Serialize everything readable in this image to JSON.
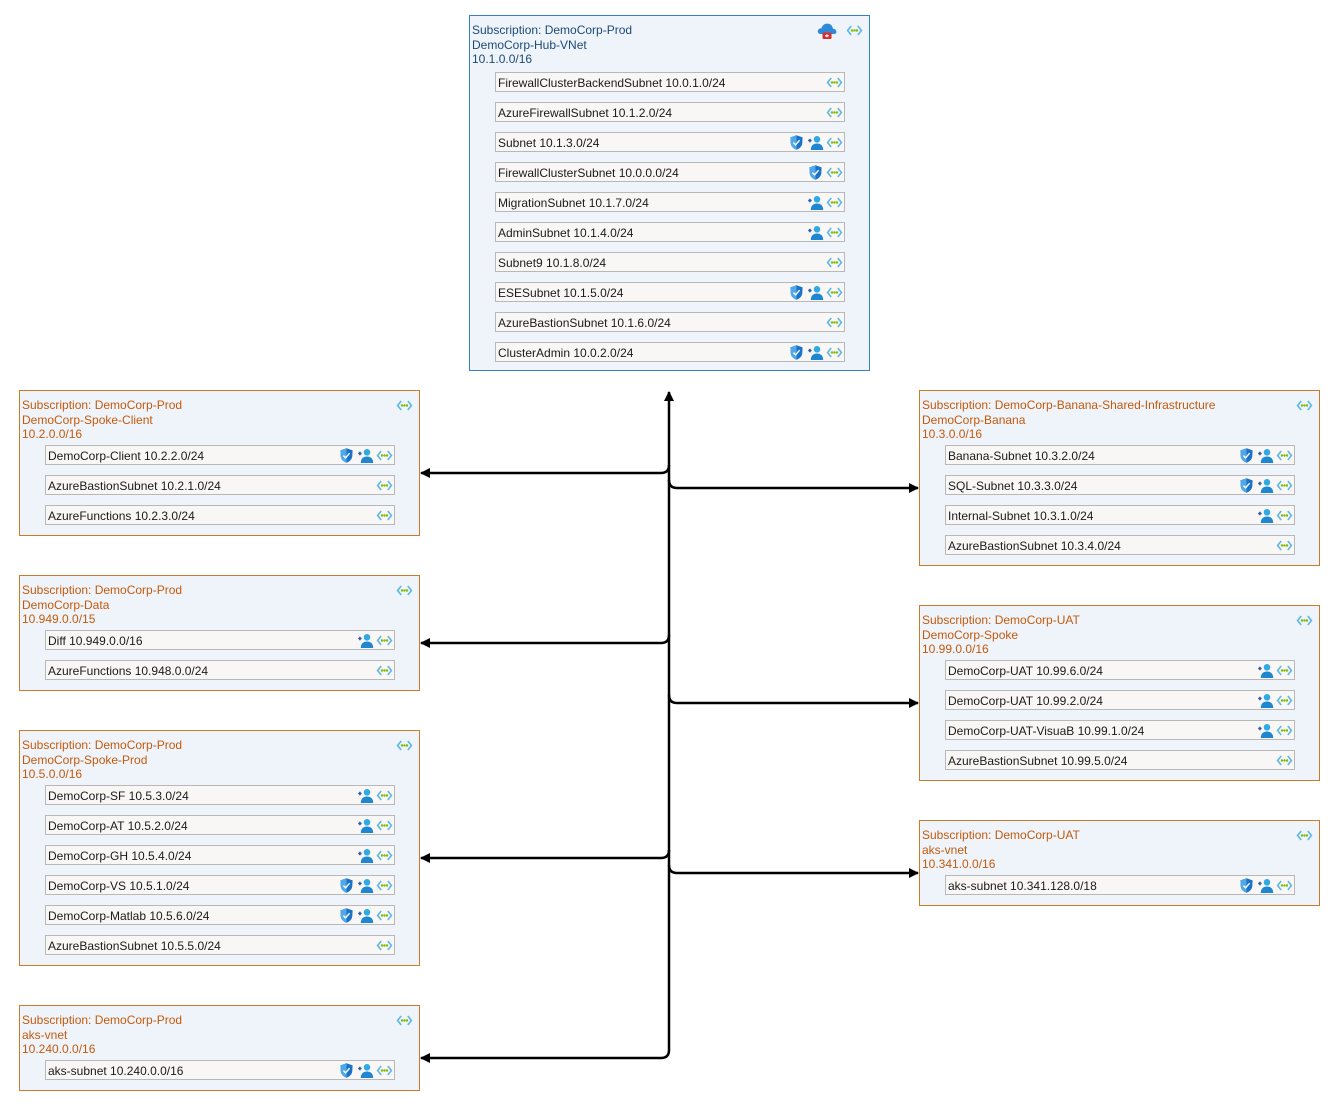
{
  "colors": {
    "hub_border": "#3a7fc1",
    "spoke_border": "#c97b2a",
    "hub_text": "#1d4a78",
    "spoke_text": "#c55a0e",
    "panel_fill": "#eef4f9",
    "subnet_fill": "#f9f7f6",
    "connector": "#000000"
  },
  "vnets": [
    {
      "id": "hub",
      "role": "hub",
      "subscription": "Subscription: DemoCorp-Prod",
      "name": "DemoCorp-Hub-VNet",
      "cidr": "10.1.0.0/16",
      "icons": [
        "cloud-gateway-icon",
        "vnet-icon"
      ],
      "subnets": [
        {
          "label": "FirewallClusterBackendSubnet 10.0.1.0/24",
          "icons": [
            "vnet-icon"
          ]
        },
        {
          "label": "AzureFirewallSubnet 10.1.2.0/24",
          "icons": [
            "vnet-icon"
          ]
        },
        {
          "label": "Subnet 10.1.3.0/24",
          "icons": [
            "shield-icon",
            "user-icon",
            "vnet-icon"
          ]
        },
        {
          "label": "FirewallClusterSubnet 10.0.0.0/24",
          "icons": [
            "shield-icon",
            "vnet-icon"
          ]
        },
        {
          "label": "MigrationSubnet 10.1.7.0/24",
          "icons": [
            "user-icon",
            "vnet-icon"
          ]
        },
        {
          "label": "AdminSubnet 10.1.4.0/24",
          "icons": [
            "user-icon",
            "vnet-icon"
          ]
        },
        {
          "label": "Subnet9 10.1.8.0/24",
          "icons": [
            "vnet-icon"
          ]
        },
        {
          "label": "ESESubnet 10.1.5.0/24",
          "icons": [
            "shield-icon",
            "user-icon",
            "vnet-icon"
          ]
        },
        {
          "label": "AzureBastionSubnet 10.1.6.0/24",
          "icons": [
            "vnet-icon"
          ]
        },
        {
          "label": "ClusterAdmin 10.0.2.0/24",
          "icons": [
            "shield-icon",
            "user-icon",
            "vnet-icon"
          ]
        }
      ]
    },
    {
      "id": "spoke-client",
      "role": "spoke",
      "subscription": "Subscription: DemoCorp-Prod",
      "name": "DemoCorp-Spoke-Client",
      "cidr": "10.2.0.0/16",
      "icons": [
        "vnet-icon"
      ],
      "subnets": [
        {
          "label": "DemoCorp-Client 10.2.2.0/24",
          "icons": [
            "shield-icon",
            "user-icon",
            "vnet-icon"
          ]
        },
        {
          "label": "AzureBastionSubnet 10.2.1.0/24",
          "icons": [
            "vnet-icon"
          ]
        },
        {
          "label": "AzureFunctions 10.2.3.0/24",
          "icons": [
            "vnet-icon"
          ]
        }
      ]
    },
    {
      "id": "data",
      "role": "spoke",
      "subscription": "Subscription: DemoCorp-Prod",
      "name": "DemoCorp-Data",
      "cidr": "10.949.0.0/15",
      "icons": [
        "vnet-icon"
      ],
      "subnets": [
        {
          "label": "Diff 10.949.0.0/16",
          "icons": [
            "user-icon",
            "vnet-icon"
          ]
        },
        {
          "label": "AzureFunctions 10.948.0.0/24",
          "icons": [
            "vnet-icon"
          ]
        }
      ]
    },
    {
      "id": "spoke-prod",
      "role": "spoke",
      "subscription": "Subscription: DemoCorp-Prod",
      "name": "DemoCorp-Spoke-Prod",
      "cidr": "10.5.0.0/16",
      "icons": [
        "vnet-icon"
      ],
      "subnets": [
        {
          "label": "DemoCorp-SF 10.5.3.0/24",
          "icons": [
            "user-icon",
            "vnet-icon"
          ]
        },
        {
          "label": "DemoCorp-AT 10.5.2.0/24",
          "icons": [
            "user-icon",
            "vnet-icon"
          ]
        },
        {
          "label": "DemoCorp-GH 10.5.4.0/24",
          "icons": [
            "user-icon",
            "vnet-icon"
          ]
        },
        {
          "label": "DemoCorp-VS 10.5.1.0/24",
          "icons": [
            "shield-icon",
            "user-icon",
            "vnet-icon"
          ]
        },
        {
          "label": "DemoCorp-Matlab 10.5.6.0/24",
          "icons": [
            "shield-icon",
            "user-icon",
            "vnet-icon"
          ]
        },
        {
          "label": "AzureBastionSubnet 10.5.5.0/24",
          "icons": [
            "vnet-icon"
          ]
        }
      ]
    },
    {
      "id": "aks-prod",
      "role": "spoke",
      "subscription": "Subscription: DemoCorp-Prod",
      "name": "aks-vnet",
      "cidr": "10.240.0.0/16",
      "icons": [
        "vnet-icon"
      ],
      "subnets": [
        {
          "label": "aks-subnet 10.240.0.0/16",
          "icons": [
            "shield-icon",
            "user-icon",
            "vnet-icon"
          ]
        }
      ]
    },
    {
      "id": "banana",
      "role": "spoke",
      "subscription": "Subscription: DemoCorp-Banana-Shared-Infrastructure",
      "name": "DemoCorp-Banana",
      "cidr": "10.3.0.0/16",
      "icons": [
        "vnet-icon"
      ],
      "subnets": [
        {
          "label": "Banana-Subnet 10.3.2.0/24",
          "icons": [
            "shield-icon",
            "user-icon",
            "vnet-icon"
          ]
        },
        {
          "label": "SQL-Subnet 10.3.3.0/24",
          "icons": [
            "shield-icon",
            "user-icon",
            "vnet-icon"
          ]
        },
        {
          "label": "Internal-Subnet 10.3.1.0/24",
          "icons": [
            "user-icon",
            "vnet-icon"
          ]
        },
        {
          "label": "AzureBastionSubnet 10.3.4.0/24",
          "icons": [
            "vnet-icon"
          ]
        }
      ]
    },
    {
      "id": "uat-spoke",
      "role": "spoke",
      "subscription": "Subscription: DemoCorp-UAT",
      "name": "DemoCorp-Spoke",
      "cidr": "10.99.0.0/16",
      "icons": [
        "vnet-icon"
      ],
      "subnets": [
        {
          "label": "DemoCorp-UAT 10.99.6.0/24",
          "icons": [
            "user-icon",
            "vnet-icon"
          ]
        },
        {
          "label": "DemoCorp-UAT 10.99.2.0/24",
          "icons": [
            "user-icon",
            "vnet-icon"
          ]
        },
        {
          "label": "DemoCorp-UAT-VisuaB 10.99.1.0/24",
          "icons": [
            "user-icon",
            "vnet-icon"
          ]
        },
        {
          "label": "AzureBastionSubnet 10.99.5.0/24",
          "icons": [
            "vnet-icon"
          ]
        }
      ]
    },
    {
      "id": "aks-uat",
      "role": "spoke",
      "subscription": "Subscription: DemoCorp-UAT",
      "name": "aks-vnet",
      "cidr": "10.341.0.0/16",
      "icons": [
        "vnet-icon"
      ],
      "subnets": [
        {
          "label": "aks-subnet 10.341.128.0/18",
          "icons": [
            "shield-icon",
            "user-icon",
            "vnet-icon"
          ]
        }
      ]
    }
  ],
  "peerings": [
    {
      "from": "hub",
      "to": "spoke-client"
    },
    {
      "from": "hub",
      "to": "data"
    },
    {
      "from": "hub",
      "to": "spoke-prod"
    },
    {
      "from": "hub",
      "to": "aks-prod"
    },
    {
      "from": "hub",
      "to": "banana"
    },
    {
      "from": "hub",
      "to": "uat-spoke"
    },
    {
      "from": "hub",
      "to": "aks-uat"
    }
  ]
}
